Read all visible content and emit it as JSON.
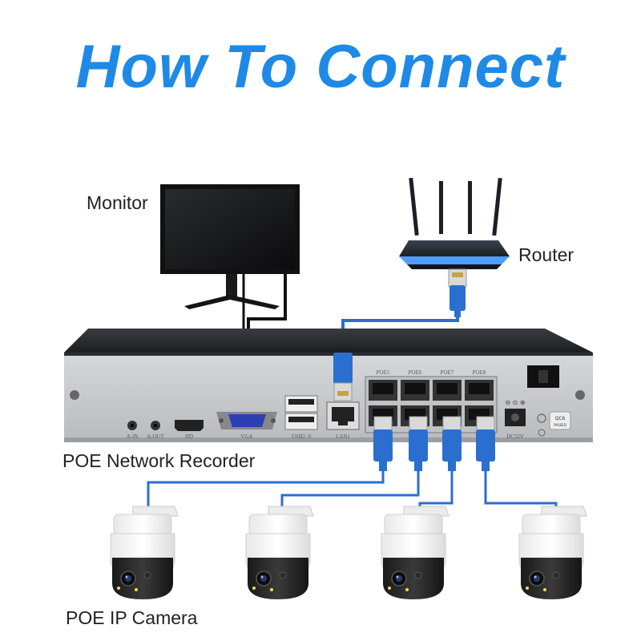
{
  "title": "How To Connect",
  "labels": {
    "monitor": "Monitor",
    "router": "Router",
    "recorder": "POE Network Recorder",
    "camera": "POE IP Camera"
  },
  "nvr_ports": {
    "poe_top": [
      "POE5",
      "POE6",
      "POE7",
      "POE8"
    ],
    "audio_in": "A-IN",
    "audio_out": "A-OUT",
    "hd": "HD",
    "vga": "VGA",
    "usb": "USB2. 0",
    "lan": "LAN1",
    "power": "DC52V",
    "qc_top": "QC6",
    "qc_bottom": "PASSED"
  },
  "colors": {
    "title": "#1e8ae6",
    "cable": "#2a6fd0",
    "router_glow": "#2f8cff"
  }
}
